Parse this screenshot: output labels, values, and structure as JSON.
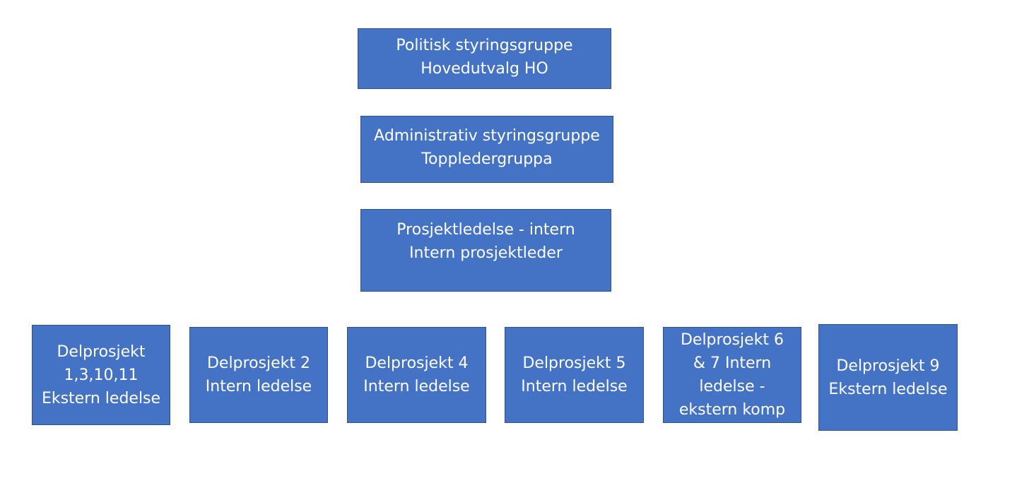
{
  "diagram": {
    "top_boxes": {
      "politisk": "Politisk styringsgruppe\nHovedutvalg HO",
      "administrativ": "Administrativ styringsgruppe\nToppledergruppa",
      "prosjektledelse": "Prosjektledelse - intern\nIntern prosjektleder"
    },
    "subprojects": [
      "Delprosjekt\n1,3,10,11\nEkstern ledelse",
      "Delprosjekt 2\nIntern ledelse",
      "Delprosjekt 4\nIntern ledelse",
      "Delprosjekt 5\nIntern ledelse",
      "Delprosjekt 6\n& 7 Intern\nledelse -\nekstern komp",
      "Delprosjekt 9\nEkstern ledelse"
    ],
    "colors": {
      "box_fill": "#4472c4",
      "box_border": "#2f528f",
      "text": "#ffffff"
    }
  }
}
